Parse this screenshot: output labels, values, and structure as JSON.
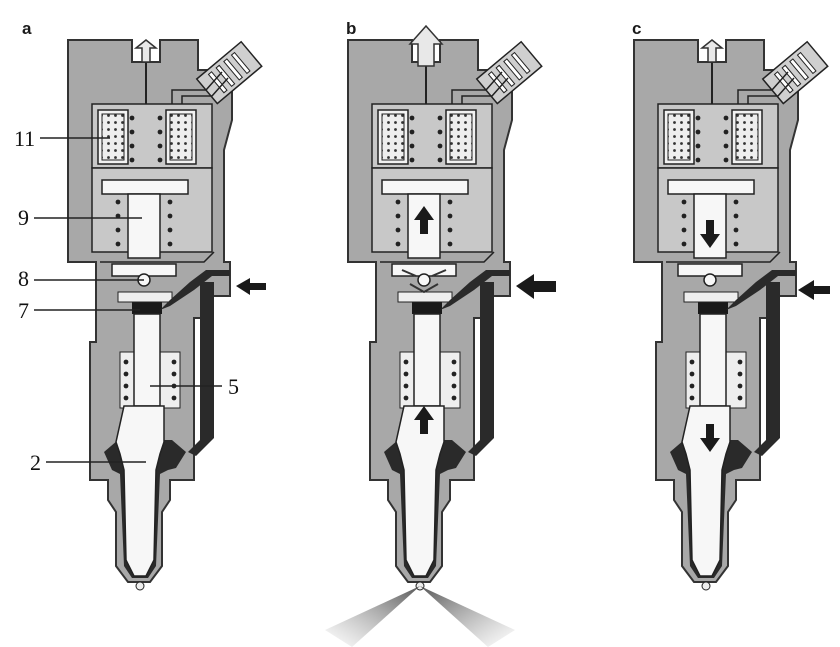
{
  "panels": [
    {
      "letter": "a"
    },
    {
      "letter": "b"
    },
    {
      "letter": "c"
    }
  ],
  "callouts": [
    {
      "number": "11",
      "part": "solenoid-coil"
    },
    {
      "number": "9",
      "part": "armature"
    },
    {
      "number": "8",
      "part": "ball-valve"
    },
    {
      "number": "7",
      "part": "valve-control-chamber"
    },
    {
      "number": "5",
      "part": "valve-control-plunger"
    },
    {
      "number": "2",
      "part": "nozzle-needle"
    }
  ],
  "arrows": {
    "fuel_inlet": "fuel-inlet-arrow",
    "fuel_return": "fuel-return-arrow",
    "armature_motion_b": "up",
    "armature_motion_c": "down",
    "needle_motion_b": "up",
    "needle_motion_c": "down"
  },
  "colors": {
    "housing": "#a8a8a8",
    "fuel_passage": "#2a2a2a",
    "parts": "#f7f7f7",
    "coil_area": "#c8c8c8"
  }
}
